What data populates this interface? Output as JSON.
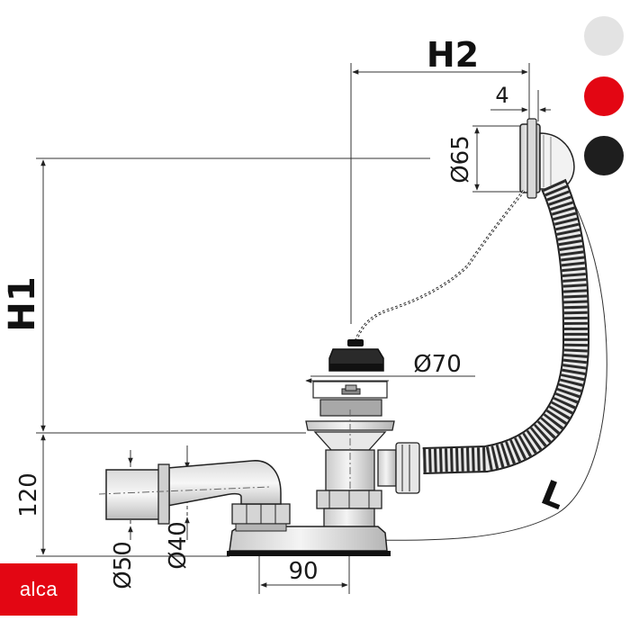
{
  "diagram": {
    "dimensions": {
      "h2": "H2",
      "h1": "H1",
      "d65": "Ø65",
      "four": "4",
      "d70": "Ø70",
      "d50": "Ø50",
      "d40": "Ø40",
      "h120": "120",
      "w90": "90",
      "length": "L"
    }
  },
  "color_swatches": [
    {
      "name": "white-chrome",
      "color": "#e3e3e3"
    },
    {
      "name": "red",
      "color": "#e30613"
    },
    {
      "name": "black",
      "color": "#1e1e1e"
    }
  ],
  "brand": {
    "logo_text": "alca",
    "color": "#e30613"
  }
}
